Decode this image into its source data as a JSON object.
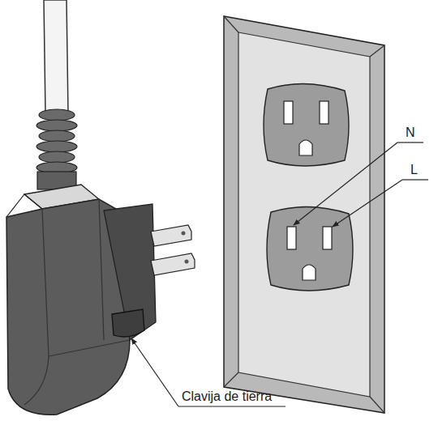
{
  "diagram": {
    "labels": [
      "N",
      "L",
      "Clavija de tierra"
    ]
  }
}
